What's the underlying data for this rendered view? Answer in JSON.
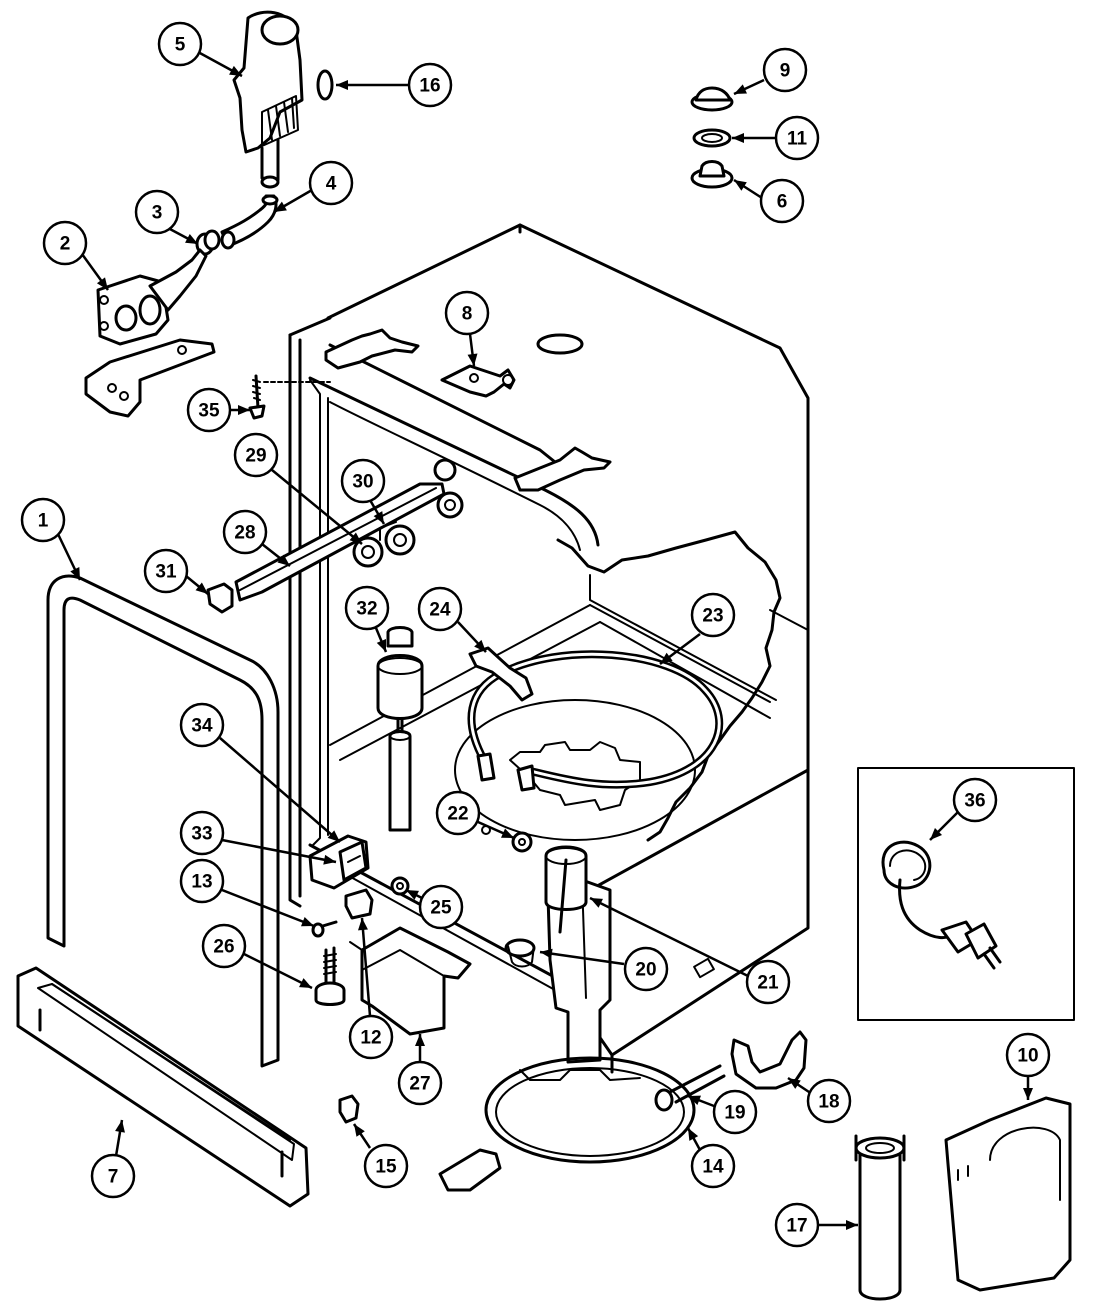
{
  "callouts": [
    {
      "id": "c1",
      "label": "1"
    },
    {
      "id": "c2",
      "label": "2"
    },
    {
      "id": "c3",
      "label": "3"
    },
    {
      "id": "c4",
      "label": "4"
    },
    {
      "id": "c5",
      "label": "5"
    },
    {
      "id": "c6",
      "label": "6"
    },
    {
      "id": "c7",
      "label": "7"
    },
    {
      "id": "c8",
      "label": "8"
    },
    {
      "id": "c9",
      "label": "9"
    },
    {
      "id": "c10",
      "label": "10"
    },
    {
      "id": "c11",
      "label": "11"
    },
    {
      "id": "c12",
      "label": "12"
    },
    {
      "id": "c13",
      "label": "13"
    },
    {
      "id": "c14",
      "label": "14"
    },
    {
      "id": "c15",
      "label": "15"
    },
    {
      "id": "c16",
      "label": "16"
    },
    {
      "id": "c17",
      "label": "17"
    },
    {
      "id": "c18",
      "label": "18"
    },
    {
      "id": "c19",
      "label": "19"
    },
    {
      "id": "c20",
      "label": "20"
    },
    {
      "id": "c21",
      "label": "21"
    },
    {
      "id": "c22",
      "label": "22"
    },
    {
      "id": "c23",
      "label": "23"
    },
    {
      "id": "c24",
      "label": "24"
    },
    {
      "id": "c25",
      "label": "25"
    },
    {
      "id": "c26",
      "label": "26"
    },
    {
      "id": "c27",
      "label": "27"
    },
    {
      "id": "c28",
      "label": "28"
    },
    {
      "id": "c29",
      "label": "29"
    },
    {
      "id": "c30",
      "label": "30"
    },
    {
      "id": "c31",
      "label": "31"
    },
    {
      "id": "c32",
      "label": "32"
    },
    {
      "id": "c33",
      "label": "33"
    },
    {
      "id": "c34",
      "label": "34"
    },
    {
      "id": "c35",
      "label": "35"
    },
    {
      "id": "c36",
      "label": "36"
    }
  ]
}
